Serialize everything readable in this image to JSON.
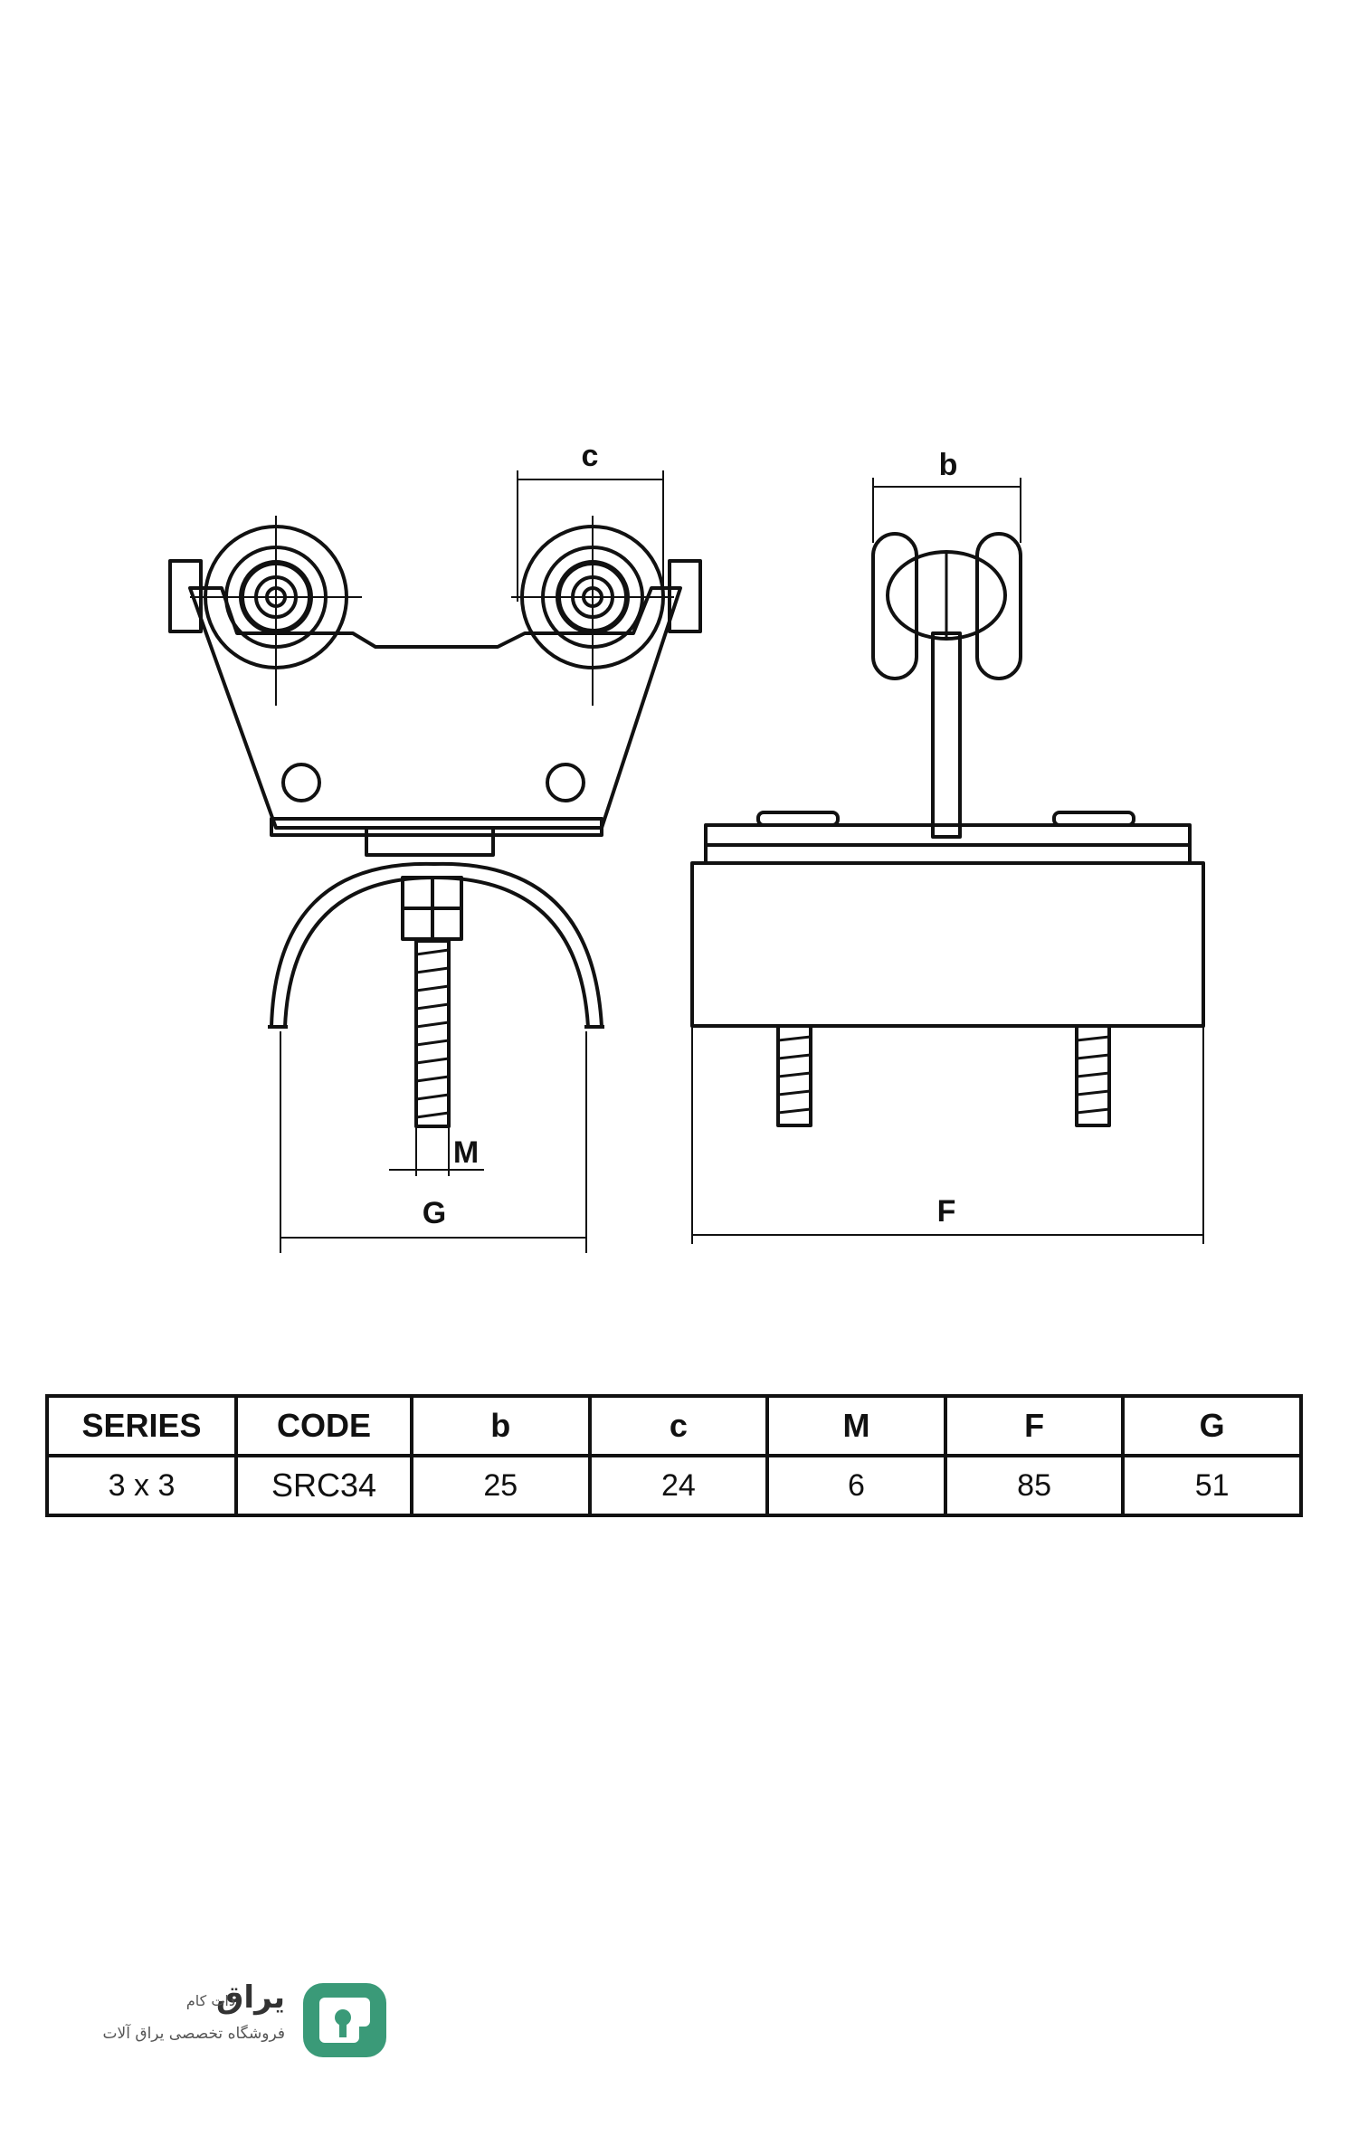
{
  "drawing": {
    "labels": {
      "c": "c",
      "b": "b",
      "M": "M",
      "G": "G",
      "F": "F"
    }
  },
  "table": {
    "headers": [
      "SERIES",
      "CODE",
      "b",
      "c",
      "M",
      "F",
      "G"
    ],
    "row": [
      "3 x 3",
      "SRC34",
      "25",
      "24",
      "6",
      "85",
      "51"
    ]
  },
  "logo": {
    "brand": "یراق",
    "sub1": "دات کام",
    "sub2": "فروشگاه تخصصی یراق آلات",
    "color": "#3a9a78",
    "icon": "keyhole-logo-icon"
  },
  "colors": {
    "line": "#111111",
    "background": "#ffffff"
  }
}
